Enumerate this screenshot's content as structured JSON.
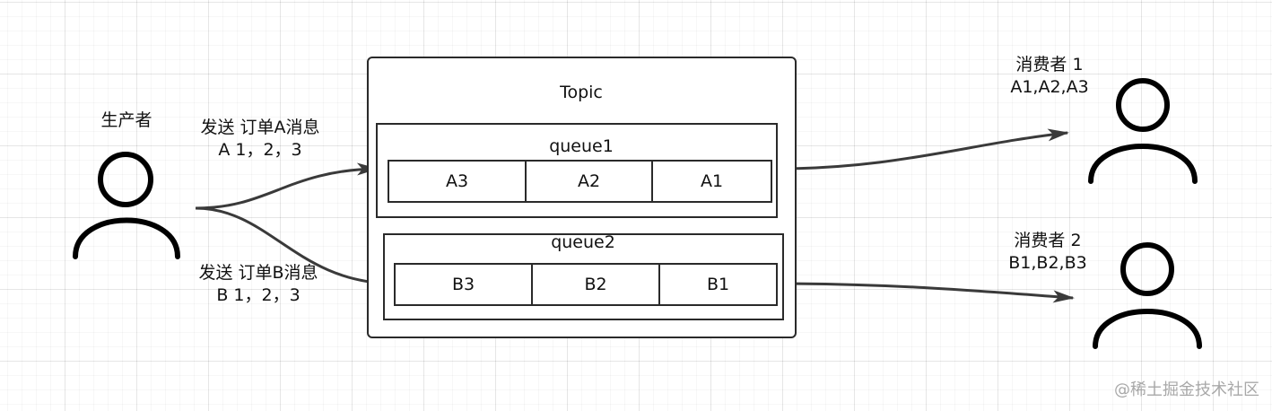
{
  "producer": {
    "label": "生产者"
  },
  "send_a": {
    "line1": "发送 订单A消息",
    "line2": "A 1，2，3"
  },
  "send_b": {
    "line1": "发送  订单B消息",
    "line2": "B 1，2，3"
  },
  "topic": {
    "label": "Topic",
    "queues": [
      {
        "label": "queue1",
        "cells": [
          "A3",
          "A2",
          "A1"
        ]
      },
      {
        "label": "queue2",
        "cells": [
          "B3",
          "B2",
          "B1"
        ]
      }
    ]
  },
  "consumers": [
    {
      "name": "消费者 1",
      "messages": "A1,A2,A3"
    },
    {
      "name": "消费者 2",
      "messages": "B1,B2,B3"
    }
  ],
  "watermark": "@稀土掘金技术社区",
  "colors": {
    "stroke": "#2a2a2a",
    "person": "#000000",
    "watermark": "#a8a8a8"
  }
}
